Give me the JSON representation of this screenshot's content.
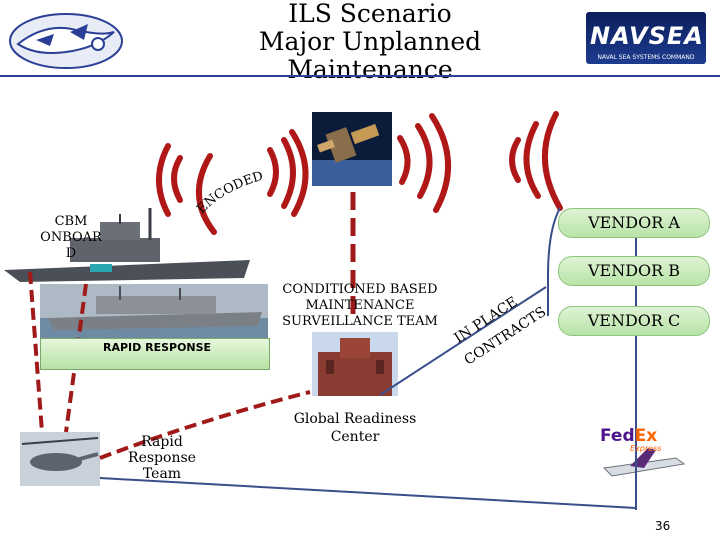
{
  "title": {
    "line1": "ILS Scenario",
    "line2": "Major Unplanned",
    "line3": "Maintenance"
  },
  "labels": {
    "encoded": "ENCODED",
    "cbm_onboard": [
      "CBM",
      "ONBOAR",
      "D"
    ],
    "vendor_a": "VENDOR A",
    "vendor_b": "VENDOR B",
    "vendor_c": "VENDOR C",
    "cbm_team": [
      "CONDITIONED BASED",
      "MAINTENANCE",
      "SURVEILLANCE TEAM"
    ],
    "rapid_response": "RAPID RESPONSE",
    "in_place": "IN PLACE",
    "contracts": "CONTRACTS",
    "rapid_team": [
      "Rapid",
      "Response",
      "Team"
    ],
    "grc": [
      "Global Readiness",
      "Center"
    ]
  },
  "logos": {
    "navsea": "NAVSEA",
    "navsea_sub": "NAVAL SEA SYSTEMS COMMAND",
    "fedex_fed": "Fed",
    "fedex_ex": "Ex",
    "fedex_express": "Express"
  },
  "page_number": "36",
  "colors": {
    "rule": "#2a3f95",
    "dashed_link": "#a01a1a",
    "signal": "#b01818",
    "vendor_fill": "#c9ebbd",
    "connector": "#3a4f8a"
  }
}
